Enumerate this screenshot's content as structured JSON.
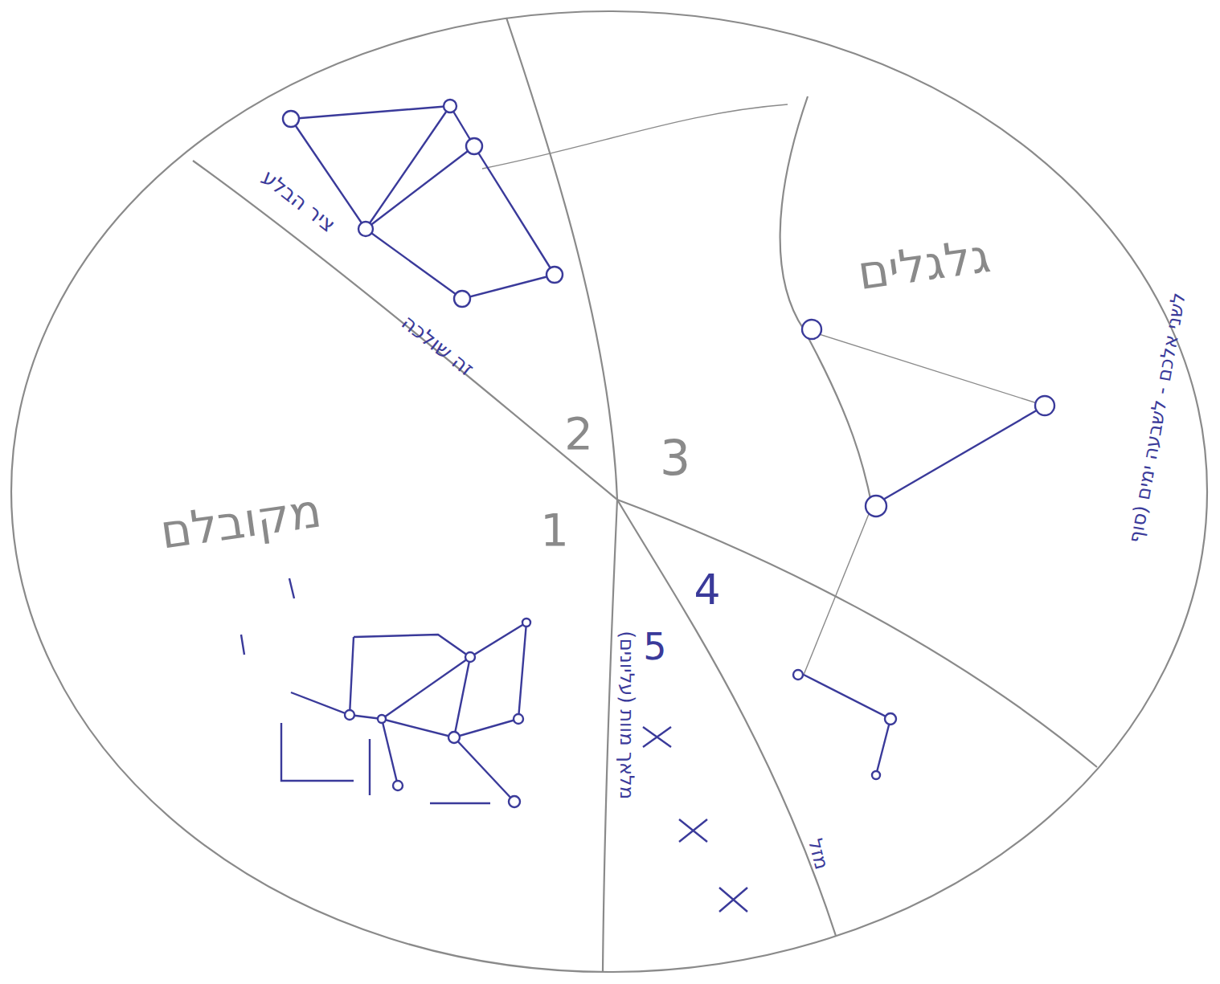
{
  "diagram": {
    "labels": [
      "מקובלם",
      "גלגלים",
      "1",
      "2",
      "3",
      "4",
      "5",
      "ציר הבלע",
      "זה שולכה",
      "מלאך מוות (עליונים)",
      "מזל",
      "לשני אלכם - לשבעה ימים (סוף"
    ]
  }
}
